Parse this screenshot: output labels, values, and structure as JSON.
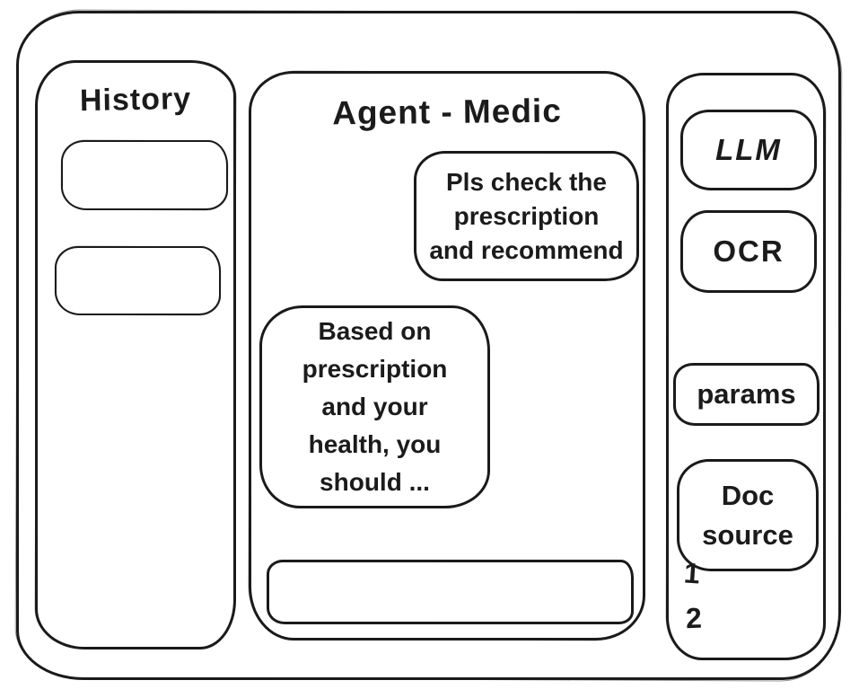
{
  "window": {
    "background": "#ffffff",
    "ink_color": "#1b1b1b"
  },
  "sidebar": {
    "title": "History",
    "items": [
      {
        "label": ""
      },
      {
        "label": ""
      }
    ]
  },
  "chat": {
    "title": "Agent - Medic",
    "messages": [
      {
        "role": "user",
        "text": "Pls check the\nprescription\nand recommend"
      },
      {
        "role": "assistant",
        "text": "Based on\nprescription\nand your\nhealth, you\nshould ..."
      }
    ],
    "input": {
      "value": "",
      "placeholder": ""
    }
  },
  "tools": {
    "buttons": [
      {
        "label": "LLM"
      },
      {
        "label": "OCR"
      },
      {
        "label": "params"
      },
      {
        "label": "Doc\nsource"
      }
    ],
    "doc_items": [
      {
        "label": "1"
      },
      {
        "label": "2"
      }
    ]
  }
}
